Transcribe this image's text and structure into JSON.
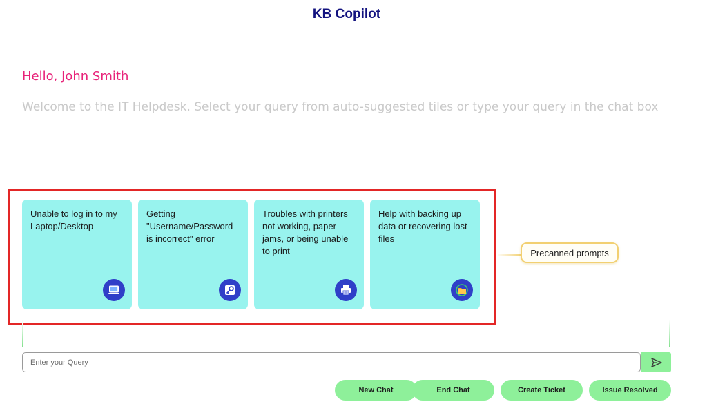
{
  "header": {
    "title": "KB Copilot"
  },
  "greeting": {
    "text": "Hello, John Smith"
  },
  "welcome": {
    "text": "Welcome to the IT Helpdesk. Select your query from auto-suggested tiles or type your query in the chat box"
  },
  "tiles": [
    {
      "text": "Unable to log in to my Laptop/Desktop",
      "icon": "laptop-icon"
    },
    {
      "text": "Getting \"Username/Password is incorrect\" error",
      "icon": "key-icon"
    },
    {
      "text": "Troubles with printers not working, paper jams, or being unable to print",
      "icon": "printer-icon"
    },
    {
      "text": "Help with backing up data or recovering lost files",
      "icon": "backup-folder-icon"
    }
  ],
  "callout": {
    "text": "Precanned prompts"
  },
  "chat": {
    "placeholder": "Enter your Query",
    "send_icon": "send-icon"
  },
  "actions": [
    {
      "label": "New Chat"
    },
    {
      "label": "End Chat"
    },
    {
      "label": "Create Ticket"
    },
    {
      "label": "Issue Resolved"
    }
  ],
  "colors": {
    "title": "#12127f",
    "greeting": "#e8247a",
    "tile_bg": "#98f3ee",
    "icon_bg": "#2f3fc8",
    "button_bg": "#8ef09a",
    "highlight_border": "#e32626",
    "callout_border": "#f2d071"
  }
}
